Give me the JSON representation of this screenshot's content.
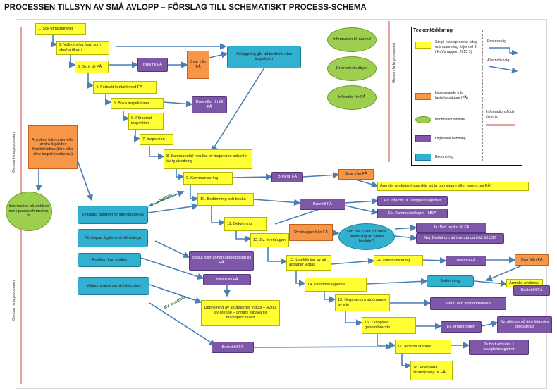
{
  "title": "PROCESSEN TILLSYN AV SMÅ AVLOPP – FÖRSLAG TILL SCHEMATISKT PROCESS-SCHEMA",
  "colors": {
    "yellow": "#ffff33",
    "orange": "#f79646",
    "purple": "#7e57a8",
    "cyan": "#31b0cf",
    "green": "#9bcf4d",
    "arrow": "#4a7fb5"
  },
  "side": {
    "left_top": "Genom hela processen",
    "left_bottom": "Genom hela processen",
    "right_label": "Genom hela processen"
  },
  "green_nodes": {
    "info_start": "Information på webben och i pappersformat m. m.",
    "info_namnd": "Information till nämnd",
    "branschsamverkan": "Erfarenhetsutbyte",
    "infomote": "Infomöte för FÅ"
  },
  "steps": {
    "s1": "1. Sök ut fastigheter",
    "s2": "2. Välj ut vilka fast. som ska ha tillsyn",
    "s3": "3. Skriv till FÅ",
    "s4": "4. Fortsatt kontakt med FÅ",
    "s5": "5. Boka inspektioner",
    "s6": "6. Förbered inspektion",
    "s7": "7. Inspektion",
    "s8": "8. Sammanställ resultat av inspektion och/eller övrig utredning",
    "s9": "9. Kommunicering",
    "s10": "10. Bedömning och beslut",
    "s11": "11. Delgivning",
    "s12": "12. Ev. överklagan",
    "s13": "13. Uppföljning av att åtgärder vidtas",
    "s14": "14. Vitesföreläggande",
    "s15": "15. Begäran om utdömande av vite",
    "s16": "16. Tvångsvis genomförande",
    "s17": "17. Avsluta ärendet",
    "s18": "18. Eftersökta återkoppling till FÅ"
  },
  "nodes": {
    "brev1": "Brev till FÅ",
    "svar1": "Svar från FÅ",
    "anlaggning": "Anläggning går att bedöma utan inspektion",
    "brev2": "Brev eller tfn till FÅ",
    "ansokan": "Ansökan inkommer eller andra åtgärder förslås/vidtas (före eller efter inspektion/beslut)",
    "brev3": "Brev till FÅ",
    "svar2": "Svar från FÅ",
    "arendet_avslutas1": "Ärendet avslutas (inga skäl att ta upp vidare efter komm. av FÅ)",
    "brev4": "Brev till FÅ",
    "ev_info_fast": "Ev. info om till fastighetsregistret",
    "ev_kammarkoll": "Ev. Kammarkollegiet - MSA",
    "overklagan_fran": "Överklagan från FÅ",
    "om_okl": "Om ö.kl. i rätt tid: finns anledning att ändra beslutet?",
    "ja_nytt": "Ja: Nytt beslut till FÅ",
    "nej_beslut": "Nej: Beslut om att översända ö.kl. till LST",
    "vidtagna1": "Vidtagna åtgärder är inte tillräckliga",
    "forslagna": "Förslagna åtgärder är tillräckliga",
    "ansokan_godtas": "Ansökan kan godtas",
    "vidtagna2": "Vidtagna åtgärder är tillräckliga",
    "beslut_annan": "Beslut eller annan återkoppling till FÅ",
    "beslut1": "Beslut till FÅ",
    "uppfoljning_text": "Uppföljning av att åtgärder vidtas + Avslut av ärende – annars tillbaka till huvudprocessen",
    "beslut2": "Beslut till FÅ",
    "ev_kommunicering": "Ev. kommunicering",
    "brev5": "Brev till FÅ",
    "svar3": "Svar från FÅ",
    "bedomning": "Bedömning",
    "arendet_avslutas2": "Ärendet avslutas",
    "beslut3": "Beslut till FÅ",
    "mark_miljo": "Mark- och miljödomstolen",
    "ev_kronofogden": "Ev. kronofogden",
    "ev_rattelse": "Ev. rättelse på den felandes bekostnad",
    "ta_bort": "Ta bort anteckn. i fastighetsregistret"
  },
  "diagonal_labels": {
    "d1": "Ev. ansökan",
    "d2": "Ev. ansökan"
  },
  "legend": {
    "title": "Teckenförklaring",
    "yellow_text": "Steg i huvudprocess (steg och numrering följer del 3 i HaVs rapport 2015:1)",
    "process_arrow": "Processväg",
    "alt_arrow": "Alternativ väg",
    "orange_text": "Inkommande från fastighetsägare (FÅ)",
    "green_text": "Informationsinsats",
    "info_flow": "Informationsflöde över tid",
    "purple_text": "Utgående handling",
    "cyan_text": "Bedömning"
  }
}
